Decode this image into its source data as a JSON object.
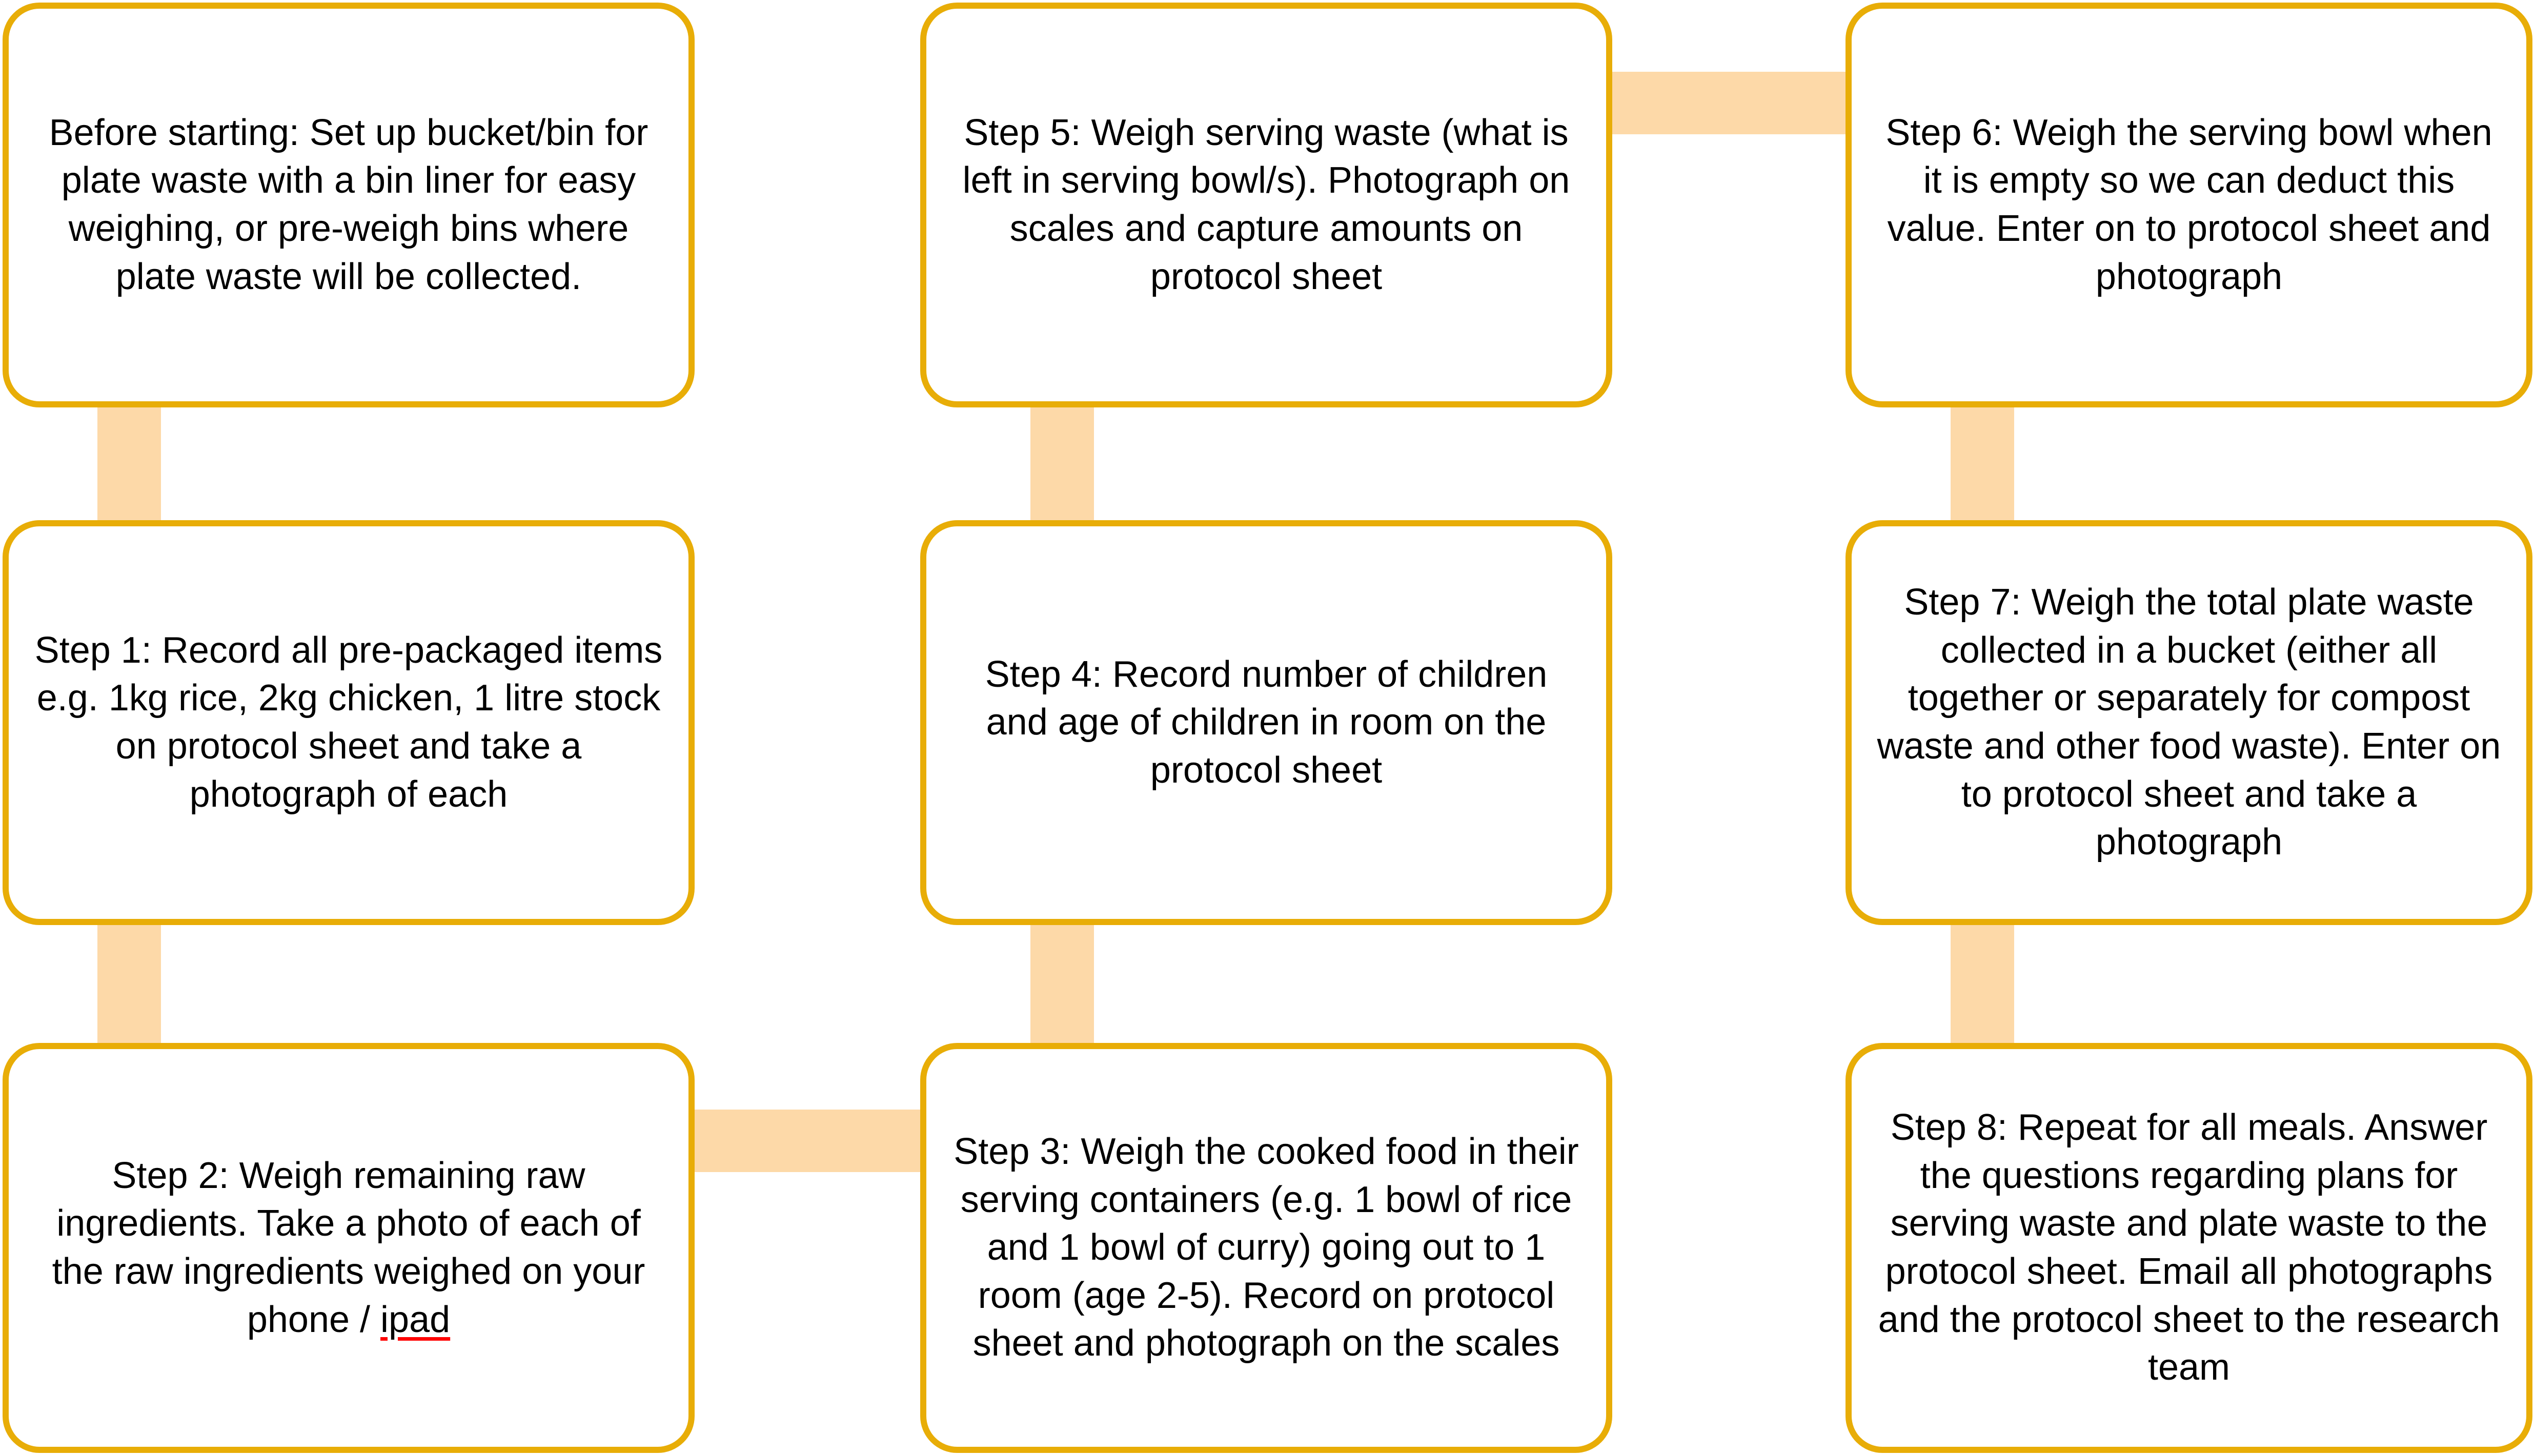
{
  "diagram": {
    "title": "Food waste measurement protocol flowchart",
    "colors": {
      "box_border": "#E8AD07",
      "box_fill": "#FFFFFF",
      "connector": "#FDD9A8",
      "text": "#000000",
      "spellcheck_underline": "#FF0000"
    },
    "boxes": [
      {
        "id": "before-starting",
        "column": 1,
        "row": 1,
        "text": "Before starting: Set up bucket/bin for plate waste with a bin liner for easy weighing, or pre-weigh bins where plate waste will be collected."
      },
      {
        "id": "step-1",
        "column": 1,
        "row": 2,
        "text": "Step 1: Record all pre-packaged items e.g. 1kg rice, 2kg chicken, 1 litre stock on protocol sheet and take a photograph of each"
      },
      {
        "id": "step-2",
        "column": 1,
        "row": 3,
        "text_before": "Step 2: Weigh remaining raw ingredients. Take a photo of each of the raw ingredients weighed on your phone / ",
        "text_misspelled": "ipad",
        "text_after": ""
      },
      {
        "id": "step-5",
        "column": 2,
        "row": 1,
        "text": "Step 5: Weigh serving waste (what is left in serving bowl/s). Photograph on scales and capture amounts on protocol sheet"
      },
      {
        "id": "step-4",
        "column": 2,
        "row": 2,
        "text": "Step 4: Record number of children and age of children in room on the protocol sheet"
      },
      {
        "id": "step-3",
        "column": 2,
        "row": 3,
        "text": "Step 3: Weigh the cooked food in their serving containers (e.g. 1 bowl of rice and 1 bowl of curry) going out to 1 room (age 2-5). Record on protocol sheet and photograph on the scales"
      },
      {
        "id": "step-6",
        "column": 3,
        "row": 1,
        "text": "Step 6: Weigh the serving bowl when it is empty so we can deduct this value. Enter on to protocol sheet and photograph"
      },
      {
        "id": "step-7",
        "column": 3,
        "row": 2,
        "text": "Step 7: Weigh the total plate waste collected in a bucket (either all together or separately for compost waste and other food waste). Enter on to protocol sheet and take a photograph"
      },
      {
        "id": "step-8",
        "column": 3,
        "row": 3,
        "text": "Step 8: Repeat for all meals. Answer the questions regarding plans for serving waste and plate waste to the protocol sheet. Email all photographs and the protocol sheet to the research team"
      }
    ],
    "connectors": [
      {
        "id": "c1-r1-r2",
        "from": "before-starting",
        "to": "step-1",
        "orientation": "vertical"
      },
      {
        "id": "c1-r2-r3",
        "from": "step-1",
        "to": "step-2",
        "orientation": "vertical"
      },
      {
        "id": "c2-r3-r2",
        "from": "step-3",
        "to": "step-4",
        "orientation": "vertical"
      },
      {
        "id": "c2-r2-r1",
        "from": "step-4",
        "to": "step-5",
        "orientation": "vertical"
      },
      {
        "id": "c3-r1-r2",
        "from": "step-6",
        "to": "step-7",
        "orientation": "vertical"
      },
      {
        "id": "c3-r2-r3",
        "from": "step-7",
        "to": "step-8",
        "orientation": "vertical"
      },
      {
        "id": "s5-s6",
        "from": "step-5",
        "to": "step-6",
        "orientation": "horizontal"
      },
      {
        "id": "s2-s3",
        "from": "step-2",
        "to": "step-3",
        "orientation": "horizontal"
      }
    ]
  }
}
